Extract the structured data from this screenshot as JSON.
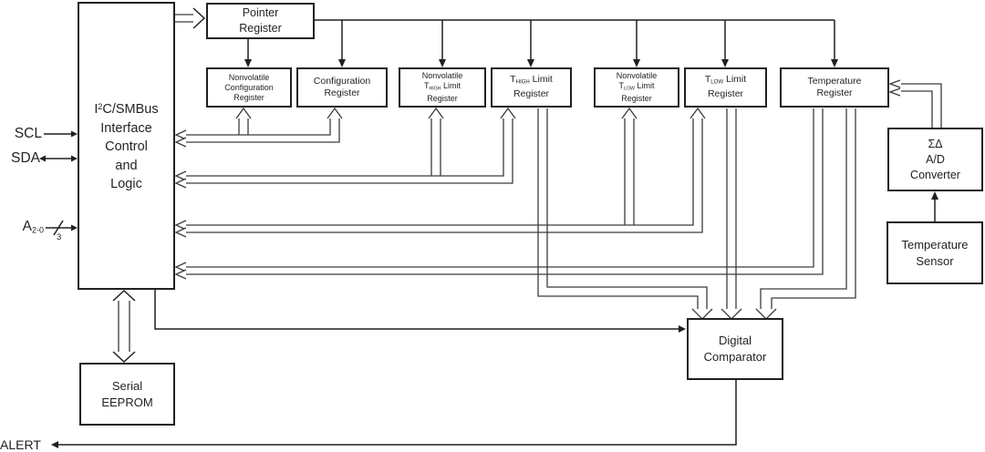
{
  "pins": {
    "scl": "SCL",
    "sda": "SDA",
    "addr_base": "A",
    "addr_sub": "2-0",
    "addr_bus_width": "3",
    "alert": "ALERT"
  },
  "blocks": {
    "i2c": {
      "l1_base": "I",
      "l1_sup": "2",
      "l1_rest": "C/SMBus",
      "l2": "Interface",
      "l3": "Control",
      "l4": "and",
      "l5": "Logic"
    },
    "pointer": {
      "l1": "Pointer",
      "l2": "Register"
    },
    "nv_config": {
      "l1": "Nonvolatile",
      "l2": "Configuration",
      "l3": "Register"
    },
    "config": {
      "l1": "Configuration",
      "l2": "Register"
    },
    "nv_thigh": {
      "l1": "Nonvolatile",
      "t": "T",
      "sub": "HIGH",
      "rest": " Limit",
      "l3": "Register"
    },
    "thigh": {
      "t": "T",
      "sub": "HIGH",
      "rest": " Limit",
      "l2": "Register"
    },
    "nv_tlow": {
      "l1": "Nonvolatile",
      "t": "T",
      "sub": "LOW",
      "rest": " Limit",
      "l3": "Register"
    },
    "tlow": {
      "t": "T",
      "sub": "LOW",
      "rest": " Limit",
      "l2": "Register"
    },
    "temperature": {
      "l1": "Temperature",
      "l2": "Register"
    },
    "adc": {
      "l1": "ΣΔ",
      "l2": "A/D",
      "l3": "Converter"
    },
    "sensor": {
      "l1": "Temperature",
      "l2": "Sensor"
    },
    "comparator": {
      "l1": "Digital",
      "l2": "Comparator"
    },
    "eeprom": {
      "l1": "Serial",
      "l2": "EEPROM"
    }
  },
  "colors": {
    "ink": "#231f20",
    "bus_line": "#3c3c3c",
    "background": "#ffffff"
  }
}
